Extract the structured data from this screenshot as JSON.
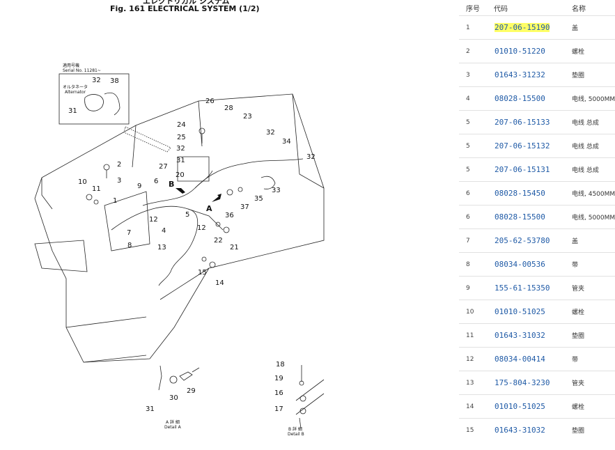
{
  "diagram": {
    "header_jp": "エレクトリカル システム",
    "title": "Fig. 161  ELECTRICAL SYSTEM (1/2)",
    "serial_jp": "適用号機",
    "serial": "Serial No. 11281~",
    "alt_jp": "オルタネータ",
    "alt_en": "Alternator",
    "view_a": "A",
    "view_b": "B",
    "detail_a_jp": "A 詳 細",
    "detail_a": "Detail A",
    "detail_b_jp": "B 詳 細",
    "detail_b": "Detail B",
    "callouts": [
      "1",
      "2",
      "3",
      "4",
      "5",
      "6",
      "7",
      "8",
      "9",
      "10",
      "11",
      "12",
      "13",
      "14",
      "15",
      "16",
      "17",
      "18",
      "19",
      "20",
      "21",
      "22",
      "23",
      "24",
      "25",
      "26",
      "27",
      "28",
      "29",
      "30",
      "31",
      "32",
      "33",
      "34",
      "35",
      "36",
      "37",
      "38"
    ]
  },
  "parts_table": {
    "headers": [
      "序号",
      "代码",
      "名称"
    ],
    "rows": [
      {
        "index": "1",
        "code": "207-06-15190",
        "name": "盖",
        "highlighted": true
      },
      {
        "index": "2",
        "code": "01010-51220",
        "name": "螺栓"
      },
      {
        "index": "3",
        "code": "01643-31232",
        "name": "垫圈"
      },
      {
        "index": "4",
        "code": "08028-15500",
        "name": "电线, 5000MM"
      },
      {
        "index": "5",
        "code": "207-06-15133",
        "name": "电线 总成"
      },
      {
        "index": "5",
        "code": "207-06-15132",
        "name": "电线 总成"
      },
      {
        "index": "5",
        "code": "207-06-15131",
        "name": "电线 总成"
      },
      {
        "index": "6",
        "code": "08028-15450",
        "name": "电线, 4500MM"
      },
      {
        "index": "6",
        "code": "08028-15500",
        "name": "电线, 5000MM"
      },
      {
        "index": "7",
        "code": "205-62-53780",
        "name": "盖"
      },
      {
        "index": "8",
        "code": "08034-00536",
        "name": "带"
      },
      {
        "index": "9",
        "code": "155-61-15350",
        "name": "管夹"
      },
      {
        "index": "10",
        "code": "01010-51025",
        "name": "螺栓"
      },
      {
        "index": "11",
        "code": "01643-31032",
        "name": "垫圈"
      },
      {
        "index": "12",
        "code": "08034-00414",
        "name": "带"
      },
      {
        "index": "13",
        "code": "175-804-3230",
        "name": "管夹"
      },
      {
        "index": "14",
        "code": "01010-51025",
        "name": "螺栓"
      },
      {
        "index": "15",
        "code": "01643-31032",
        "name": "垫圈"
      }
    ]
  }
}
